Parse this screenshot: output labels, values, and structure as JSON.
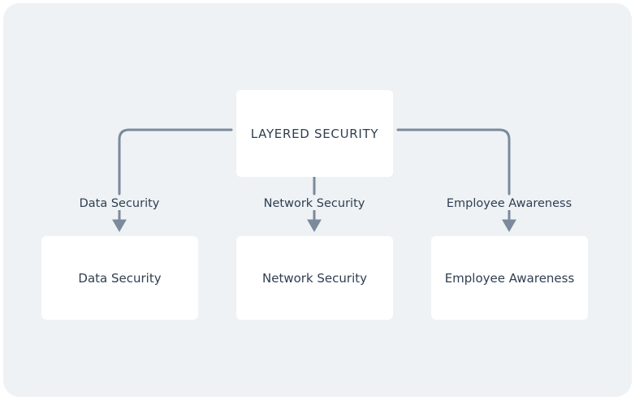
{
  "canvas": {
    "background_color": "#eef2f5",
    "node_fill": "#ffffff",
    "text_color": "#2f3e51",
    "connector_color": "#7b8a9c"
  },
  "diagram": {
    "type": "hierarchy-tree",
    "root": {
      "label": "LAYERED SECURITY"
    },
    "branches": [
      {
        "edge_label": "Data Security",
        "node_label": "Data Security"
      },
      {
        "edge_label": "Network Security",
        "node_label": "Network Security"
      },
      {
        "edge_label": "Employee Awareness",
        "node_label": "Employee Awareness"
      }
    ]
  }
}
